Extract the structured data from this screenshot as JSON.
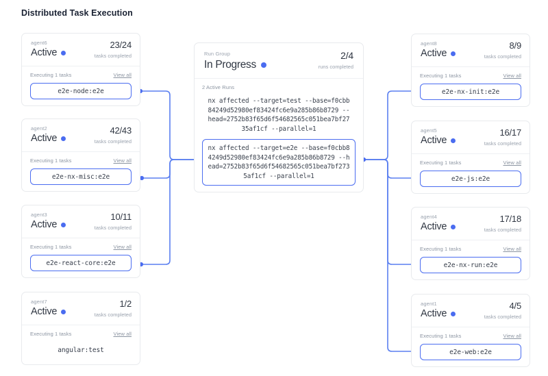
{
  "page": {
    "title": "Distributed Task Execution",
    "accent_color": "#4a6cf0",
    "card_border_color": "#e8eaed",
    "muted_text_color": "#9aa2ae"
  },
  "run_group": {
    "label": "Run Group",
    "status": "In Progress",
    "status_dot": "status-dot-blue",
    "count": "2/4",
    "count_sub": "runs completed",
    "active_runs_label": "2 Active Runs",
    "runs": [
      {
        "command": "nx affected --target=test --base=f0cbb84249d52980ef83424fc6e9a285b86b8729 --head=2752b83f65d6f54682565c051bea7bf2735af1cf --parallel=1",
        "selected": false
      },
      {
        "command": "nx affected --target=e2e --base=f0cbb84249d52980ef83424fc6e9a285b86b8729 --head=2752b83f65d6f54682565c051bea7bf2735af1cf --parallel=1",
        "selected": true
      }
    ]
  },
  "left_agents": [
    {
      "name": "agent6",
      "state": "Active",
      "count": "23/24",
      "count_sub": "tasks completed",
      "exec_label": "Executing 1 tasks",
      "view_all": "View all",
      "task": "e2e-node:e2e",
      "task_highlighted": true
    },
    {
      "name": "agent2",
      "state": "Active",
      "count": "42/43",
      "count_sub": "tasks completed",
      "exec_label": "Executing 1 tasks",
      "view_all": "View all",
      "task": "e2e-nx-misc:e2e",
      "task_highlighted": true
    },
    {
      "name": "agent3",
      "state": "Active",
      "count": "10/11",
      "count_sub": "tasks completed",
      "exec_label": "Executing 1 tasks",
      "view_all": "View all",
      "task": "e2e-react-core:e2e",
      "task_highlighted": true
    },
    {
      "name": "agent7",
      "state": "Active",
      "count": "1/2",
      "count_sub": "tasks completed",
      "exec_label": "Executing 1 tasks",
      "view_all": "View all",
      "task": "angular:test",
      "task_highlighted": false
    }
  ],
  "right_agents": [
    {
      "name": "agent8",
      "state": "Active",
      "count": "8/9",
      "count_sub": "tasks completed",
      "exec_label": "Executing 1 tasks",
      "view_all": "View all",
      "task": "e2e-nx-init:e2e",
      "task_highlighted": true
    },
    {
      "name": "agent5",
      "state": "Active",
      "count": "16/17",
      "count_sub": "tasks completed",
      "exec_label": "Executing 1 tasks",
      "view_all": "View all",
      "task": "e2e-js:e2e",
      "task_highlighted": true
    },
    {
      "name": "agent4",
      "state": "Active",
      "count": "17/18",
      "count_sub": "tasks completed",
      "exec_label": "Executing 1 tasks",
      "view_all": "View all",
      "task": "e2e-nx-run:e2e",
      "task_highlighted": true
    },
    {
      "name": "agent1",
      "state": "Active",
      "count": "4/5",
      "count_sub": "tasks completed",
      "exec_label": "Executing 1 tasks",
      "view_all": "View all",
      "task": "e2e-web:e2e",
      "task_highlighted": true
    }
  ]
}
